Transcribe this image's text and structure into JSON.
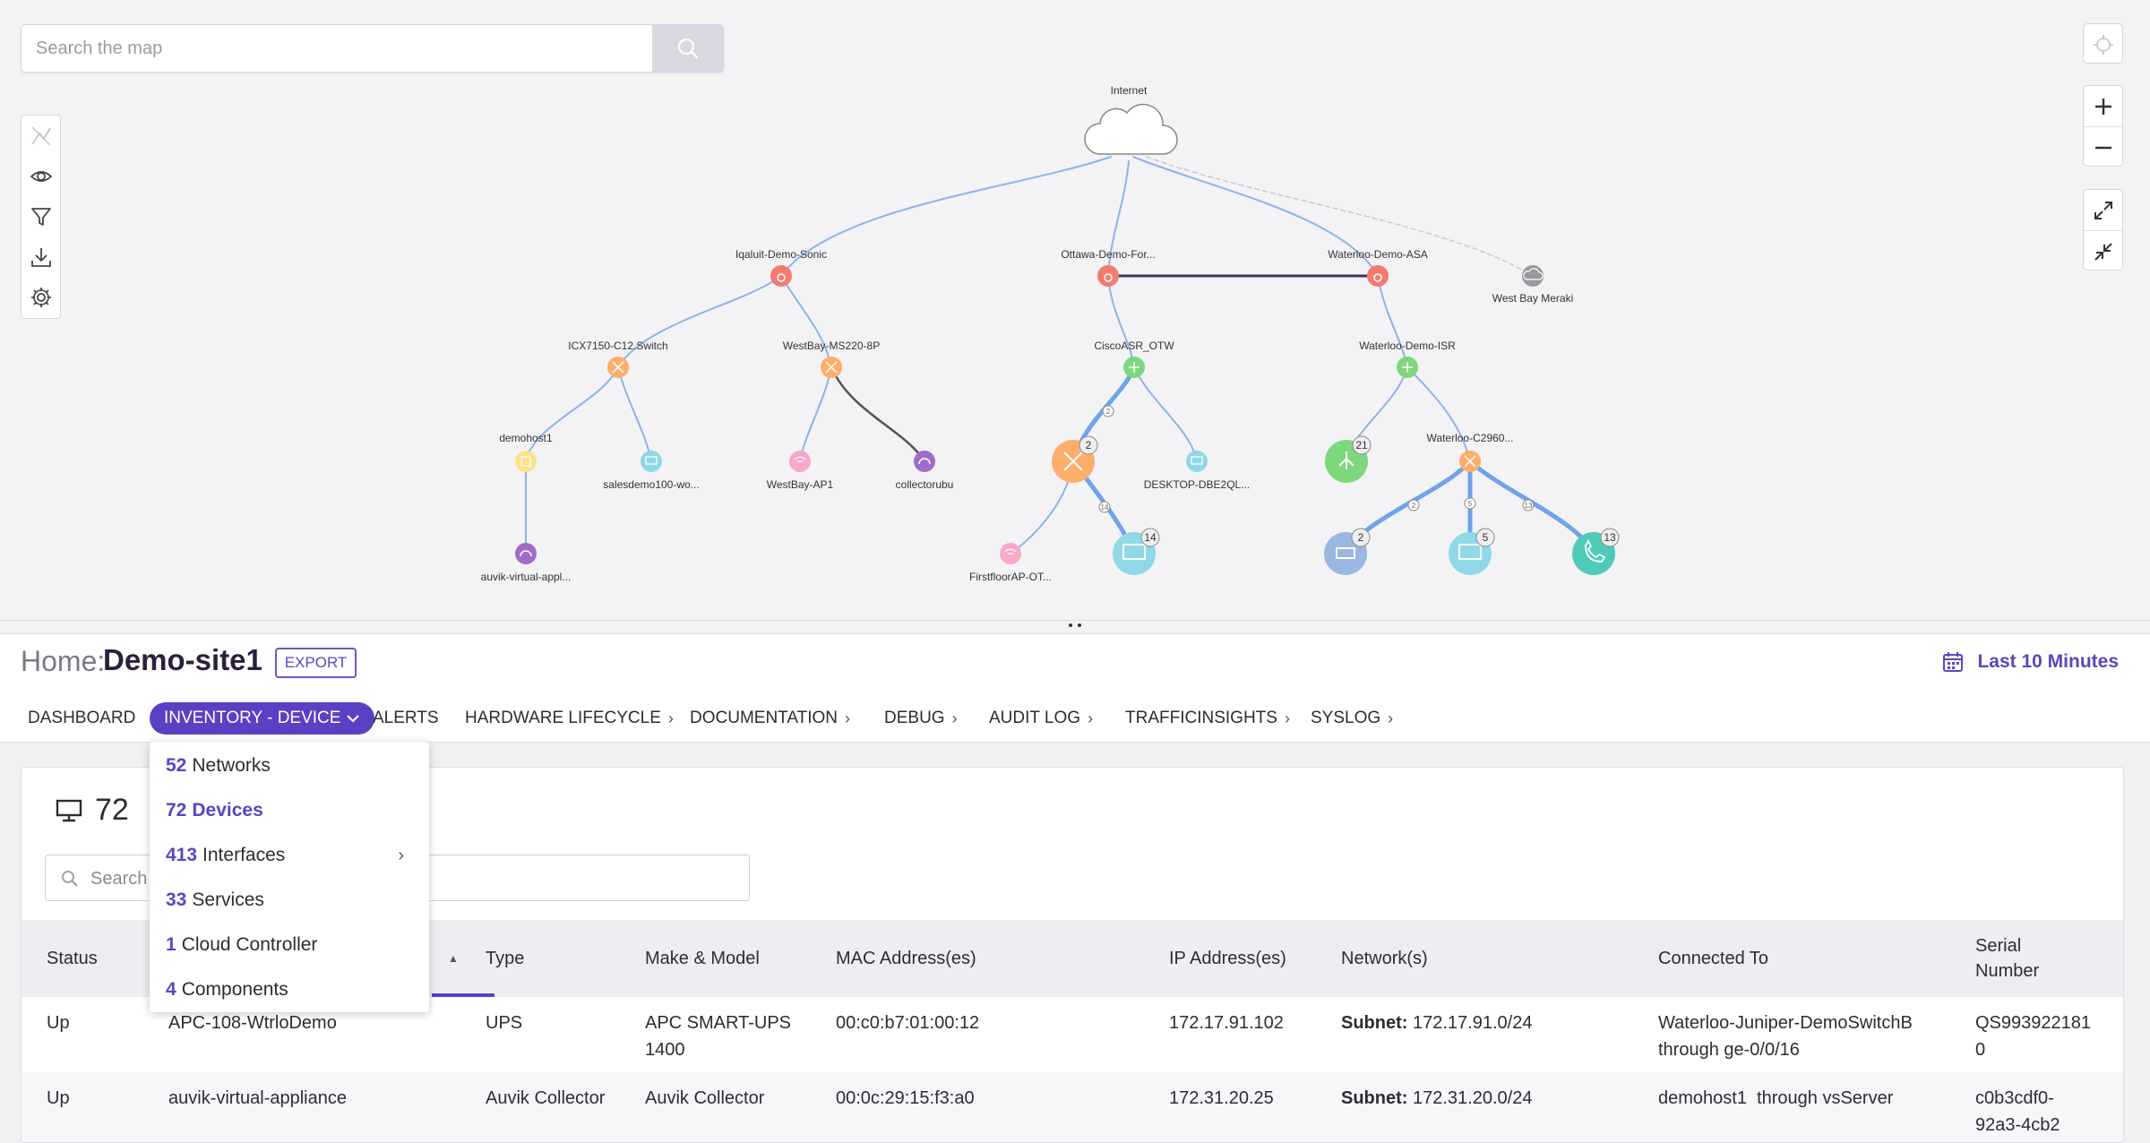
{
  "map": {
    "search_placeholder": "Search the map",
    "internet_label": "Internet",
    "nodes": {
      "iqaluit": "Iqaluit-Demo-Sonic",
      "ottawa": "Ottawa-Demo-For...",
      "waterloo_asa": "Waterloo-Demo-ASA",
      "westbay_meraki": "West Bay Meraki",
      "icx": "ICX7150-C12.Switch",
      "westbay_ms": "WestBay-MS220-8P",
      "cisco_asr": "CiscoASR_OTW",
      "waterloo_isr": "Waterloo-Demo-ISR",
      "demohost1": "demohost1",
      "salesdemo": "salesdemo100-wo...",
      "westbay_ap1": "WestBay-AP1",
      "collectorubu": "collectorubu",
      "desktop": "DESKTOP-DBE2QL...",
      "waterloo_c2960": "Waterloo-C2960...",
      "auvik_appl": "auvik-virtual-appl...",
      "firstfloor_ap": "FirstfloorAP-OT..."
    },
    "badges": {
      "switch_group": "2",
      "monitor_group": "14",
      "network_group": "21",
      "printer_group": "2",
      "desktop_group": "5",
      "phone_group": "13"
    },
    "link_counts": {
      "asr_switch": "2",
      "switch_mon": "14",
      "c2960_printer": "2",
      "c2960_desktop": "5",
      "c2960_phone": "13"
    }
  },
  "header": {
    "home_label": "Home:",
    "site_name": "Demo-site1",
    "export_label": "EXPORT",
    "time_range": "Last 10 Minutes"
  },
  "tabs": {
    "dashboard": "DASHBOARD",
    "inventory": "INVENTORY - DEVICE",
    "alerts": "ALERTS",
    "hardware": "HARDWARE LIFECYCLE",
    "documentation": "DOCUMENTATION",
    "debug": "DEBUG",
    "audit": "AUDIT LOG",
    "traffic": "TRAFFICINSIGHTS",
    "syslog": "SYSLOG"
  },
  "dropdown": {
    "items": [
      {
        "count": "52",
        "label": "Networks"
      },
      {
        "count": "72",
        "label": "Devices"
      },
      {
        "count": "413",
        "label": "Interfaces"
      },
      {
        "count": "33",
        "label": "Services"
      },
      {
        "count": "1",
        "label": "Cloud Controller"
      },
      {
        "count": "4",
        "label": "Components"
      }
    ]
  },
  "panel": {
    "device_count": "72",
    "search_placeholder": "Search",
    "columns": {
      "status": "Status",
      "type": "Type",
      "make_model": "Make & Model",
      "mac": "MAC Address(es)",
      "ip": "IP Address(es)",
      "networks": "Network(s)",
      "connected_to": "Connected To",
      "serial_line1": "Serial",
      "serial_line2": "Number"
    },
    "rows": [
      {
        "status": "Up",
        "name": "APC-108-WtrloDemo",
        "type": "UPS",
        "make_line1": "APC SMART-UPS",
        "make_line2": "1400",
        "mac": "00:c0:b7:01:00:12",
        "ip": "172.17.91.102",
        "subnet_label": "Subnet:",
        "subnet": "172.17.91.0/24",
        "conn_line1": "Waterloo-Juniper-DemoSwitchB",
        "conn_line2": "through ge-0/0/16",
        "serial_line1": "QS993922181",
        "serial_line2": "0"
      },
      {
        "status": "Up",
        "name": "auvik-virtual-appliance",
        "type": "Auvik Collector",
        "make_line1": "Auvik Collector",
        "make_line2": "",
        "mac": "00:0c:29:15:f3:a0",
        "ip": "172.31.20.25",
        "subnet_label": "Subnet:",
        "subnet": "172.31.20.0/24",
        "conn_line1": "demohost1  through vsServer",
        "conn_line2": "",
        "serial_line1": "c0b3cdf0-",
        "serial_line2": "92a3-4cb2"
      }
    ]
  }
}
